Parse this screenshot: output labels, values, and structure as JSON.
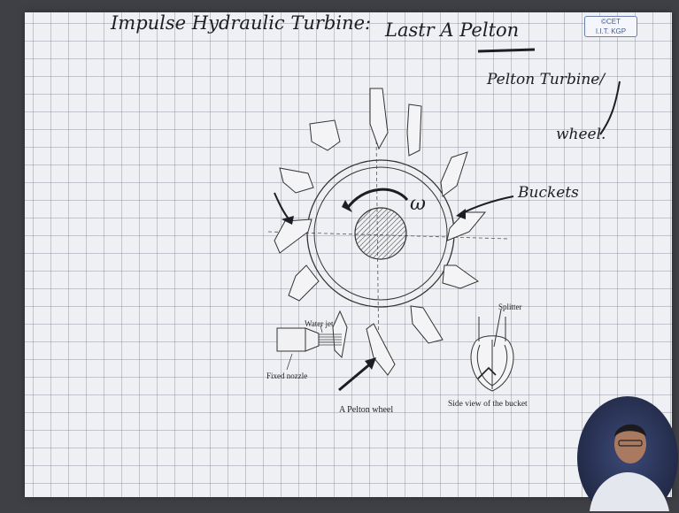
{
  "lecture_notes": {
    "title": "Impulse Hydraulic Turbine:",
    "subtitle": "Lastr A Pelton",
    "side_note_line1": "Pelton Turbine/",
    "side_note_line2": "wheel.",
    "omega_label": "ω",
    "buckets_label": "Buckets"
  },
  "watermark": {
    "line1": "©CET",
    "line2": "I.I.T. KGP"
  },
  "figure_labels": {
    "water_jet": "Water jet",
    "fixed_nozzle": "Fixed nozzle",
    "pelton_wheel": "A Pelton wheel",
    "splitter": "Splitter",
    "side_view": "Side view of the bucket"
  },
  "colors": {
    "ink": "#1d1d24",
    "paper": "#eef0f3",
    "grid": "#8c8ca0",
    "backdrop": "#3f4046",
    "badge_border": "#6b7fb0"
  }
}
